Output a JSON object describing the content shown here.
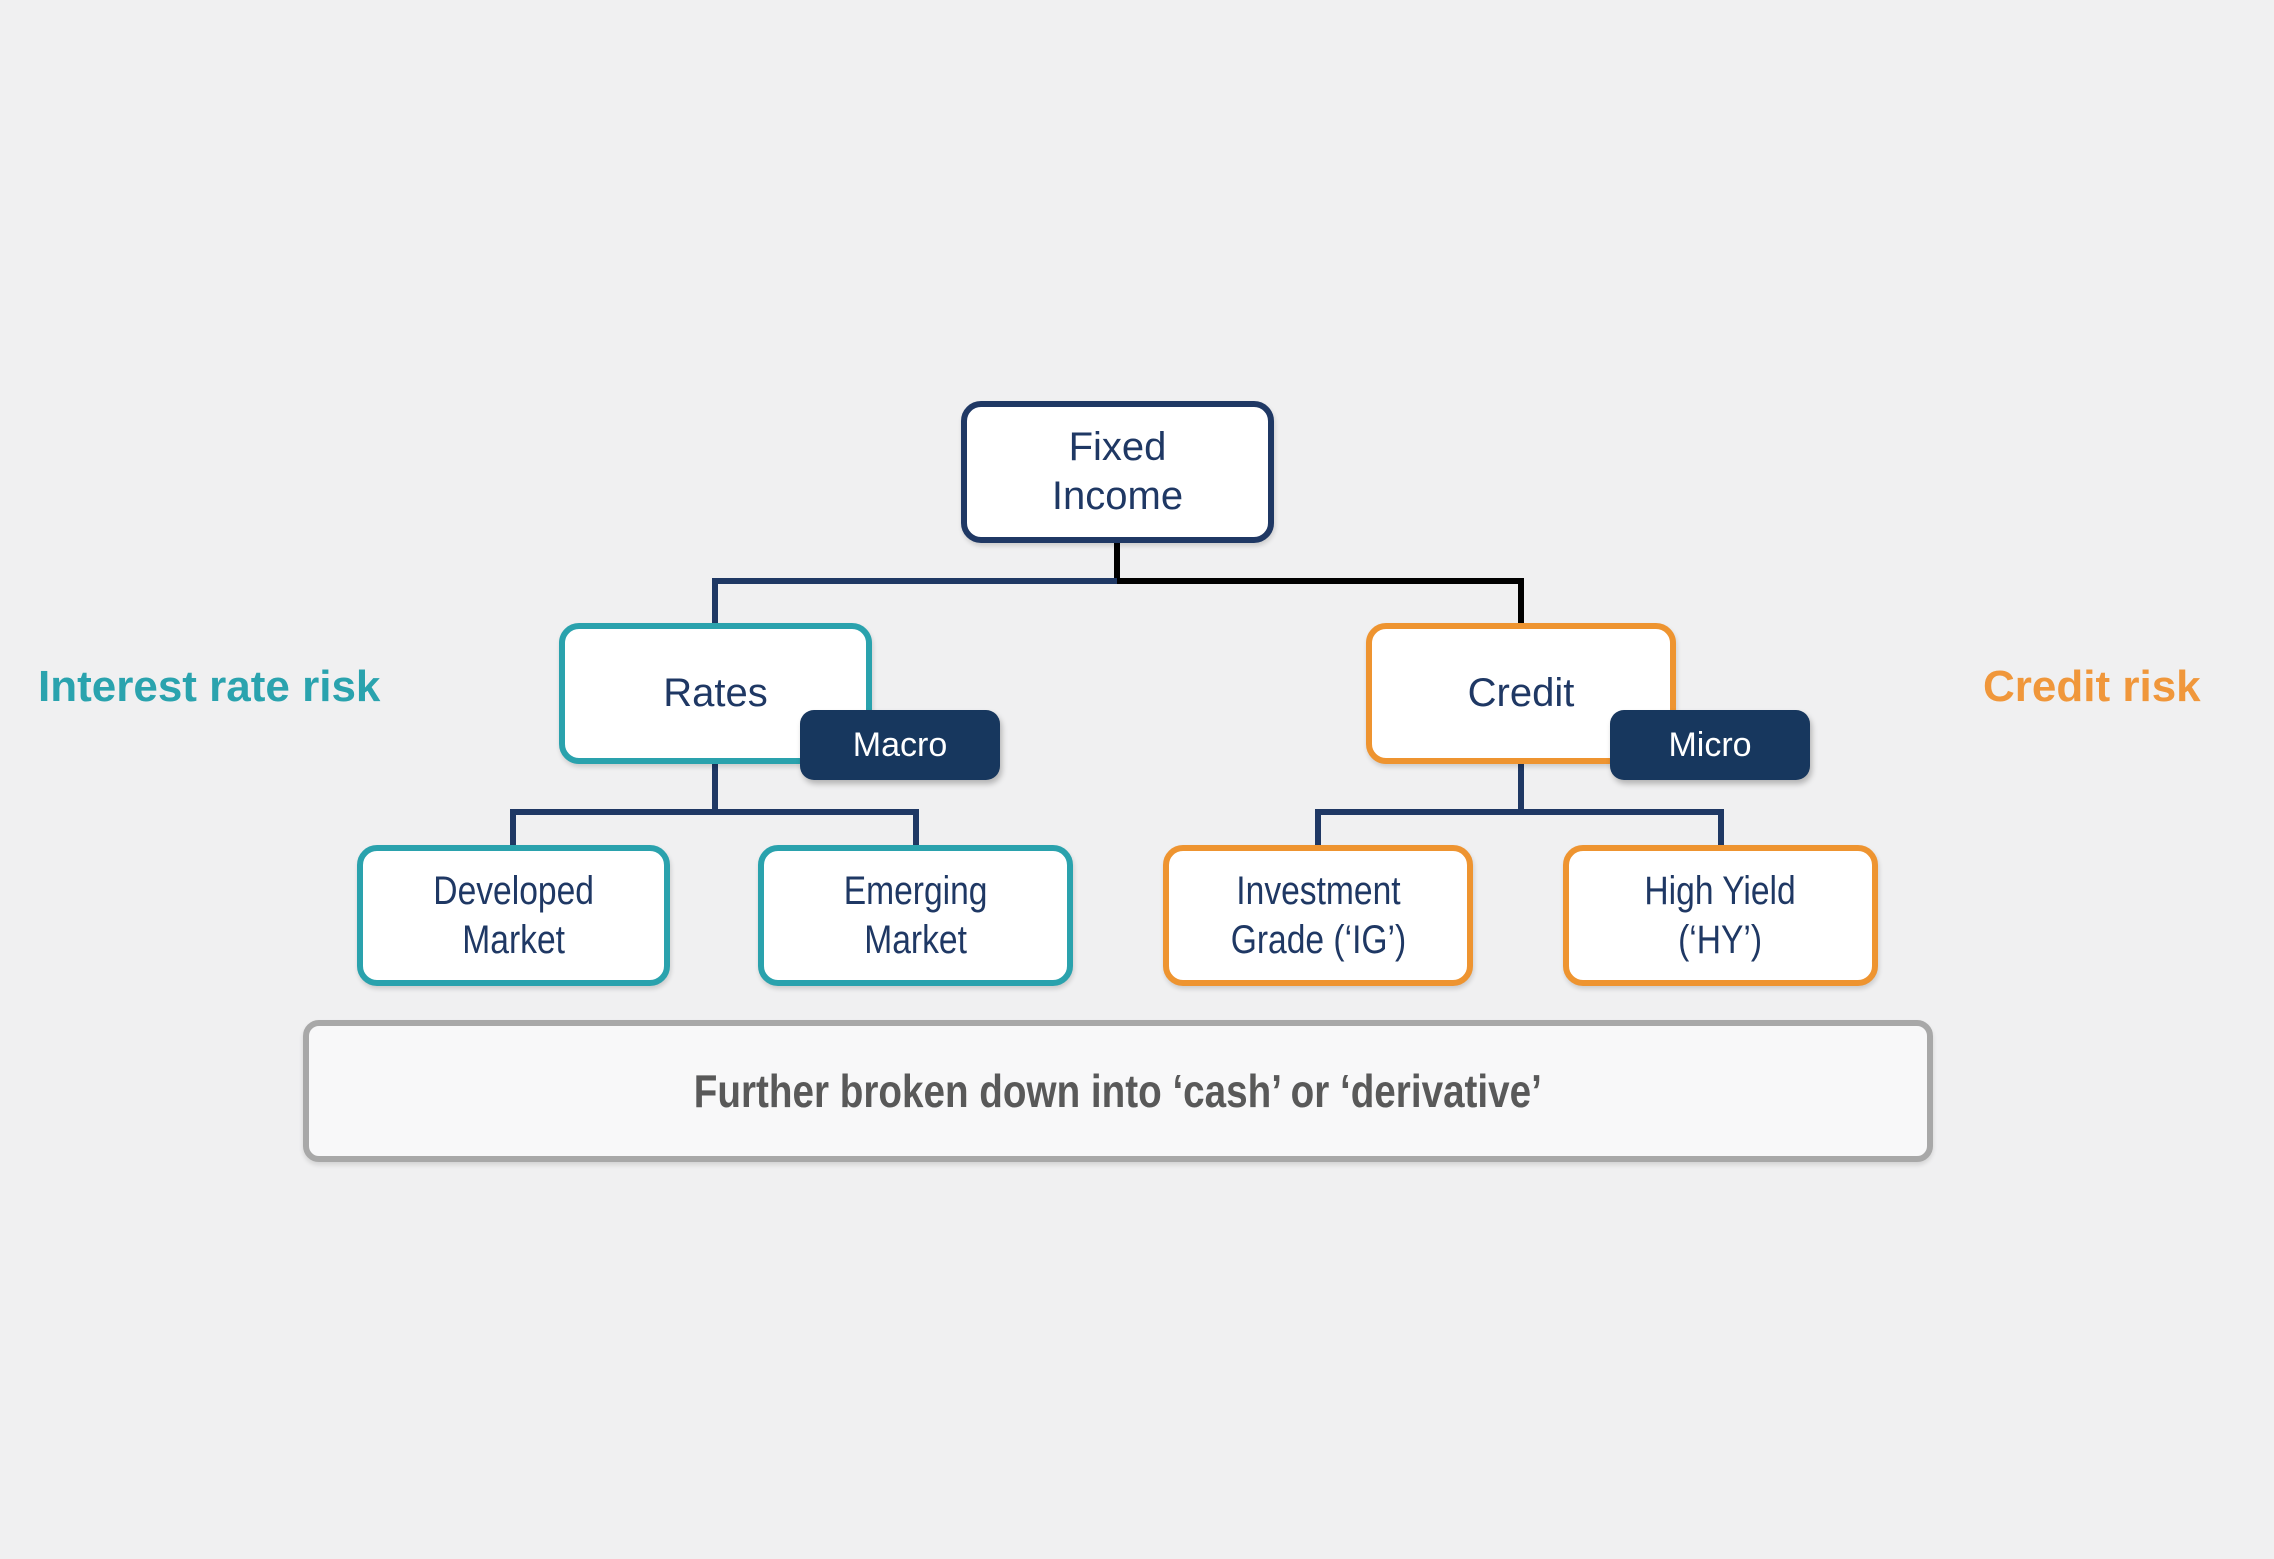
{
  "page": {
    "background": "#f0f0f1"
  },
  "palette": {
    "navy_text_and_lines": "#1f3864",
    "badge_fill": "#17375e",
    "teal_border": "#2aa2ad",
    "teal_label": "#2aa3ae",
    "orange_border": "#ee9430",
    "orange_label": "#f0973b",
    "black_line": "#000000",
    "banner_border": "#a8a8a8",
    "banner_fill": "#f8f8f9",
    "banner_text_color": "#595959"
  },
  "tree": {
    "root": {
      "label": "Fixed\nIncome"
    },
    "branches": [
      {
        "label": "Rates",
        "badge": "Macro",
        "side_label": "Interest rate risk",
        "accent": "#2aa2ad"
      },
      {
        "label": "Credit",
        "badge": "Micro",
        "side_label": "Credit risk",
        "accent": "#ee9430"
      }
    ],
    "leaves": [
      {
        "label": "Developed\nMarket",
        "parent": "Rates"
      },
      {
        "label": "Emerging\nMarket",
        "parent": "Rates"
      },
      {
        "label": "Investment\nGrade (‘IG’)",
        "parent": "Credit"
      },
      {
        "label": "High Yield\n(‘HY’)",
        "parent": "Credit"
      }
    ]
  },
  "banner": {
    "text": "Further broken down into ‘cash’ or ‘derivative’"
  }
}
